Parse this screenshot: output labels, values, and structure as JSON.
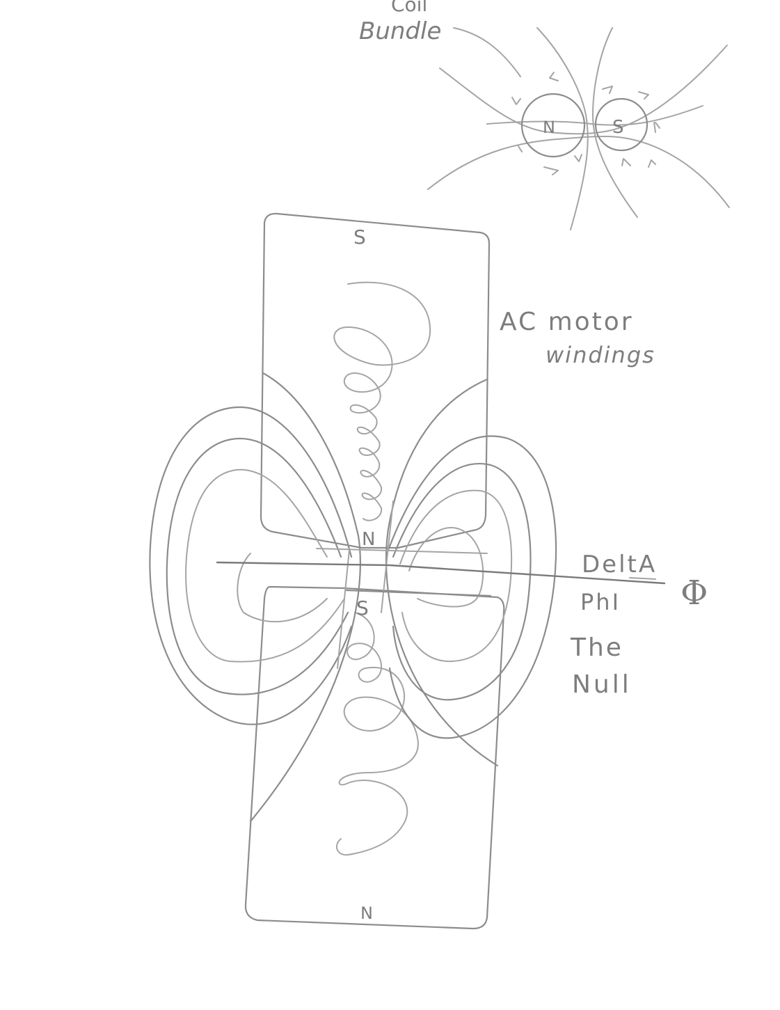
{
  "coil_label": {
    "line1": "Coil",
    "line2": "Bundle"
  },
  "coil_poles": {
    "left": "N",
    "right": "S"
  },
  "motor_label": {
    "line1": "AC motor",
    "line2": "windings"
  },
  "winding_poles": {
    "upper_top": "S",
    "upper_bottom": "N",
    "lower_top": "S",
    "lower_bottom": "N"
  },
  "null_label": {
    "line1": "DeltA",
    "line2": "PhI",
    "line3": "The",
    "line4": "Null"
  },
  "phi_symbol": "Φ"
}
